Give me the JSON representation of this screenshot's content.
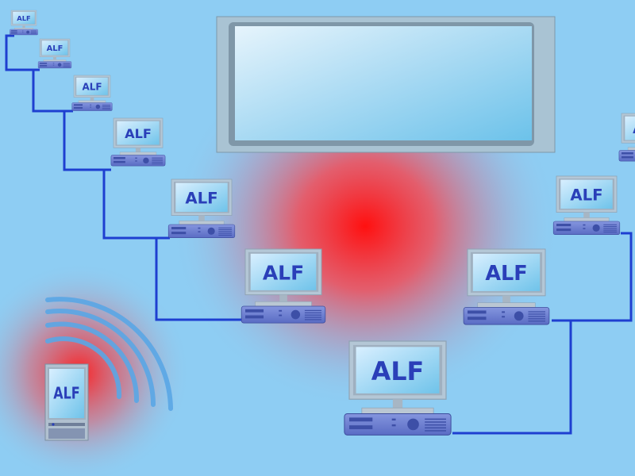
{
  "label": "ALF",
  "colors": {
    "background": "#8ecdf3",
    "glow": "#ff1a1a",
    "cable": "#1e3fd0",
    "wave": "#5aa7e6",
    "screen": "#7cc8ea",
    "device_body": "#6a7fd0",
    "text": "#2a3fb8"
  },
  "workstations": [
    {
      "label": "ALF",
      "side": "left"
    },
    {
      "label": "ALF",
      "side": "left"
    },
    {
      "label": "ALF",
      "side": "left"
    },
    {
      "label": "ALF",
      "side": "left"
    },
    {
      "label": "ALF",
      "side": "left"
    },
    {
      "label": "ALF",
      "side": "left"
    },
    {
      "label": "ALF",
      "side": "center"
    },
    {
      "label": "ALF",
      "side": "right"
    },
    {
      "label": "ALF",
      "side": "right"
    },
    {
      "label": "ALF",
      "side": "right"
    }
  ],
  "mobile_device": {
    "label": "ALF"
  },
  "big_screen": {
    "icon": "display-screen"
  }
}
